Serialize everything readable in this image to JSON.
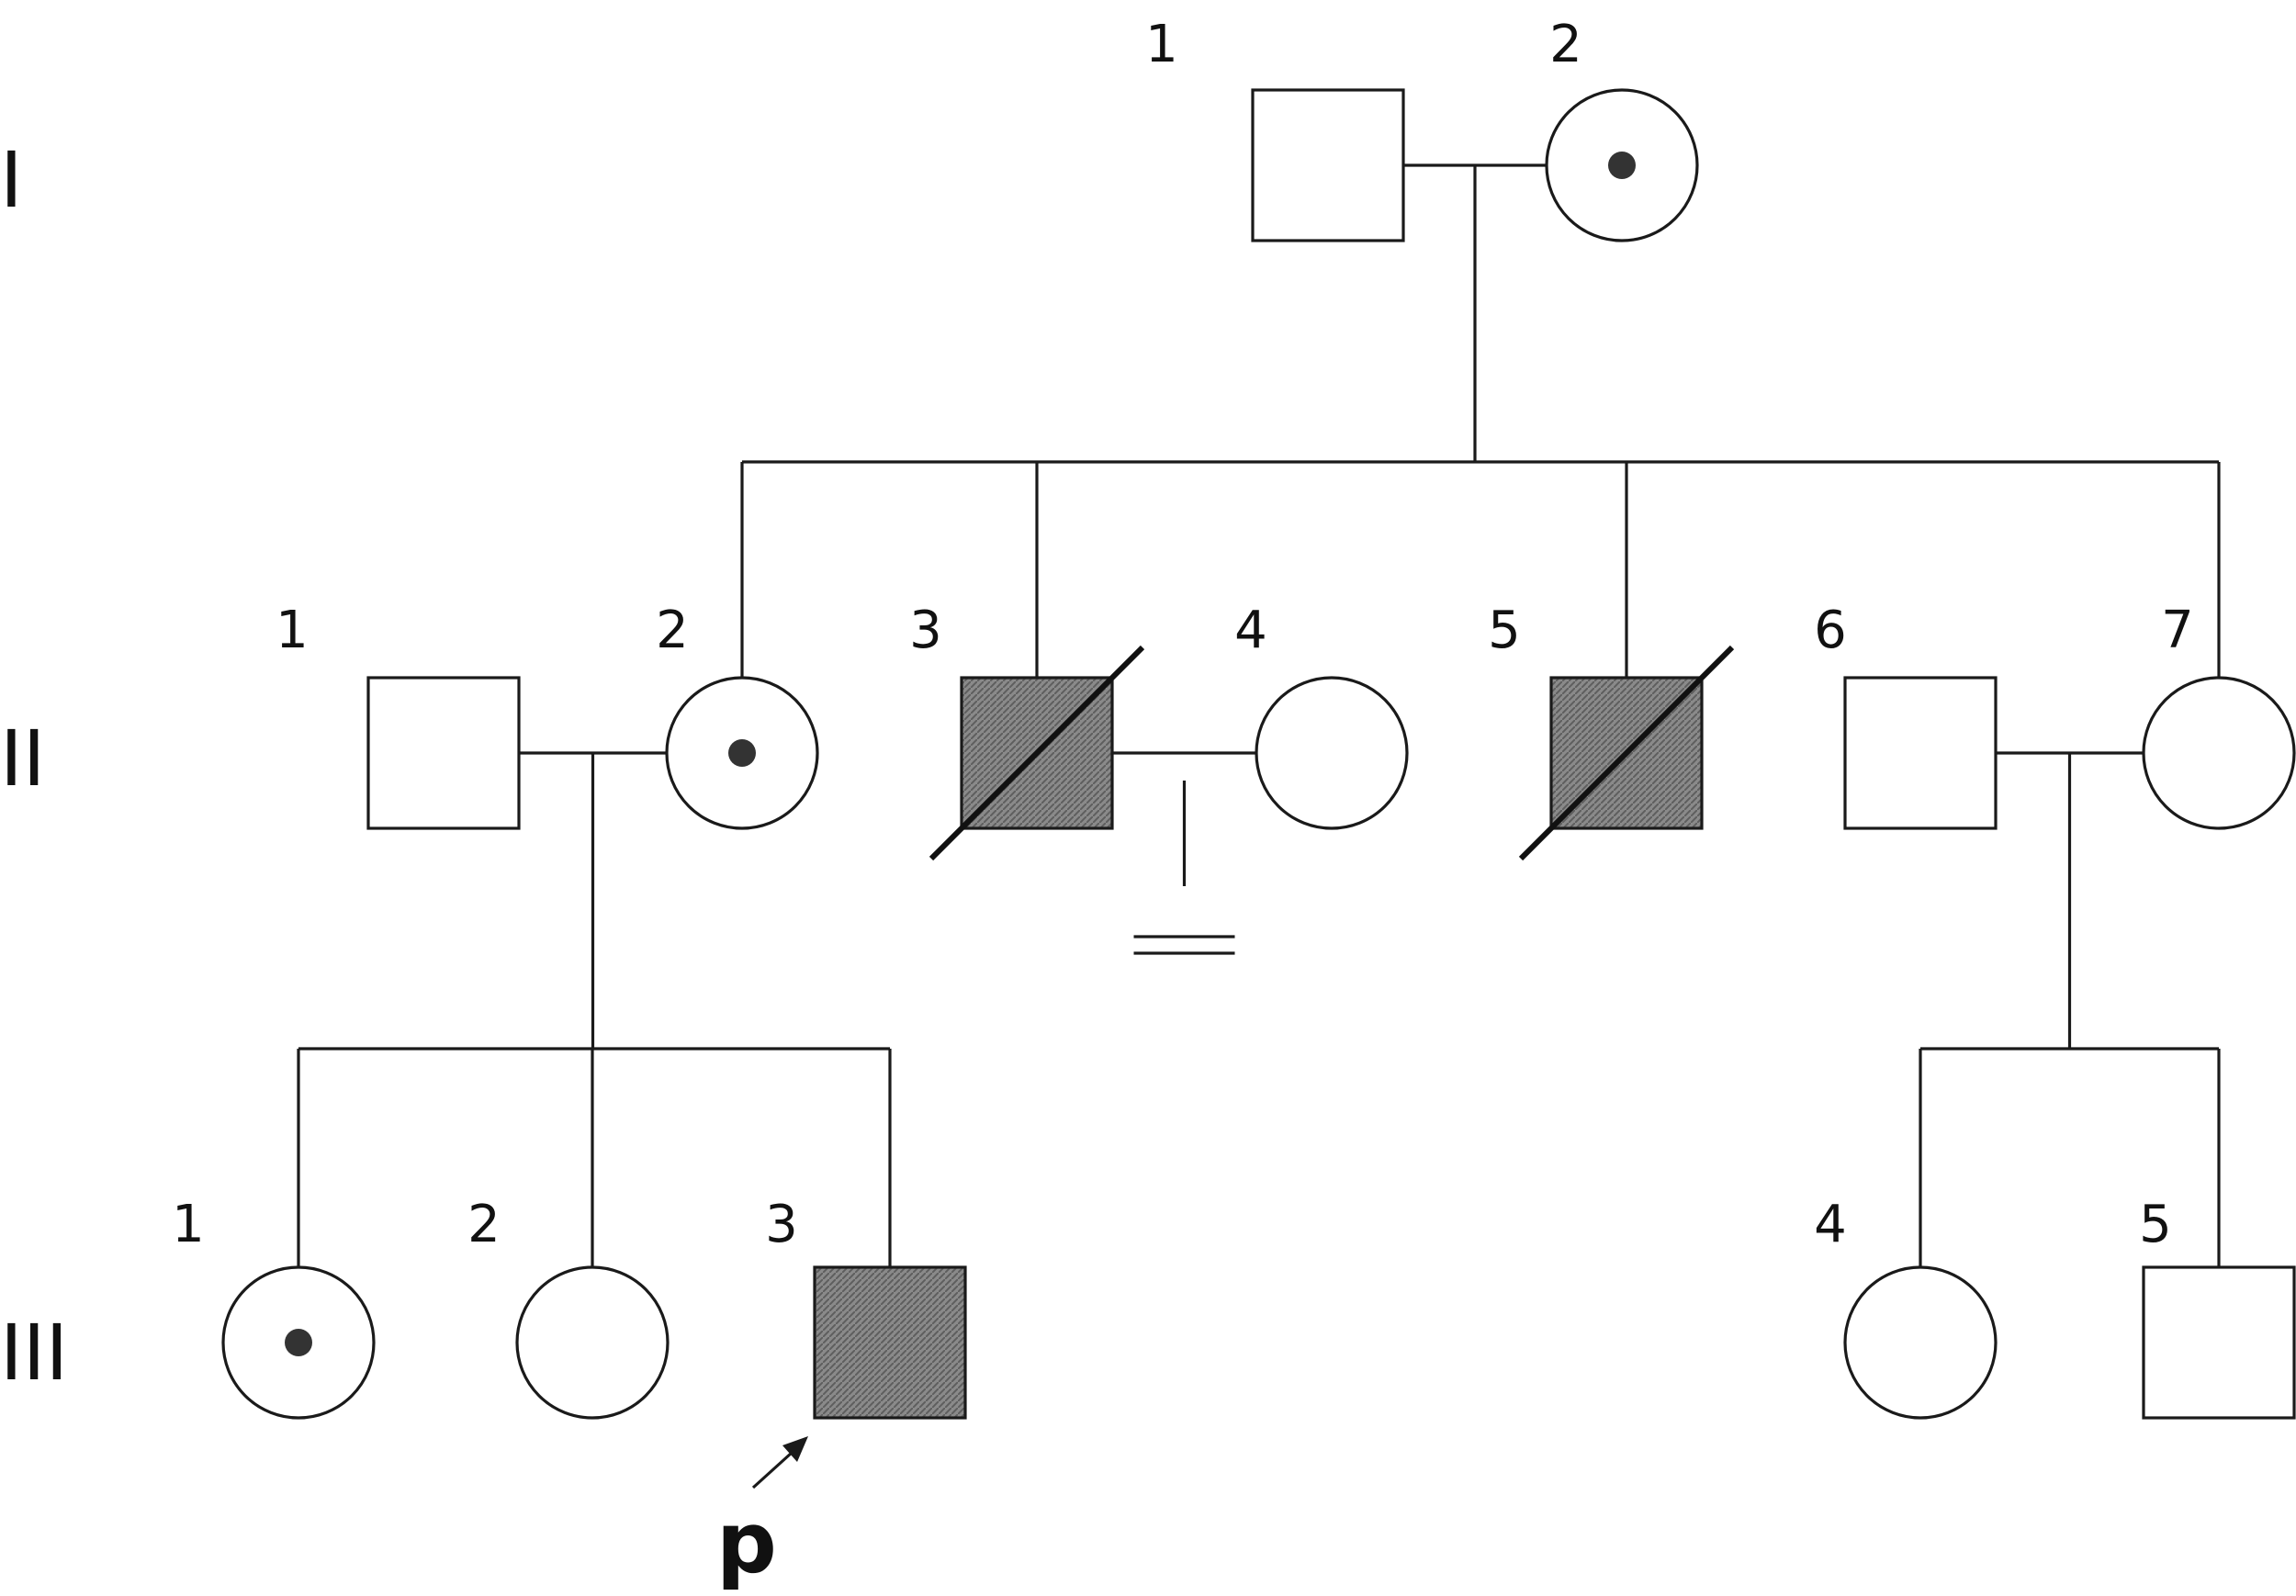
{
  "colors": {
    "line": "#1a1a1a",
    "unaffected_fill": "#ffffff",
    "affected_fill": "#7c7c7c",
    "carrier_dot": "#333333"
  },
  "generations": [
    {
      "id": "I",
      "label": "I"
    },
    {
      "id": "II",
      "label": "II"
    },
    {
      "id": "III",
      "label": "III"
    }
  ],
  "individuals": [
    {
      "id": "I-1",
      "number": "1",
      "sex": "male",
      "status": "unaffected"
    },
    {
      "id": "I-2",
      "number": "2",
      "sex": "female",
      "status": "carrier"
    },
    {
      "id": "II-1",
      "number": "1",
      "sex": "male",
      "status": "unaffected"
    },
    {
      "id": "II-2",
      "number": "2",
      "sex": "female",
      "status": "carrier"
    },
    {
      "id": "II-3",
      "number": "3",
      "sex": "male",
      "status": "affected",
      "deceased": true
    },
    {
      "id": "II-4",
      "number": "4",
      "sex": "female",
      "status": "unaffected"
    },
    {
      "id": "II-5",
      "number": "5",
      "sex": "male",
      "status": "affected",
      "deceased": true
    },
    {
      "id": "II-6",
      "number": "6",
      "sex": "male",
      "status": "unaffected"
    },
    {
      "id": "II-7",
      "number": "7",
      "sex": "female",
      "status": "unaffected"
    },
    {
      "id": "III-1",
      "number": "1",
      "sex": "female",
      "status": "carrier"
    },
    {
      "id": "III-2",
      "number": "2",
      "sex": "female",
      "status": "unaffected"
    },
    {
      "id": "III-3",
      "number": "3",
      "sex": "male",
      "status": "affected",
      "proband": true
    },
    {
      "id": "III-4",
      "number": "4",
      "sex": "female",
      "status": "unaffected"
    },
    {
      "id": "III-5",
      "number": "5",
      "sex": "male",
      "status": "unaffected"
    }
  ],
  "couples": [
    {
      "partners": [
        "I-1",
        "I-2"
      ],
      "children": [
        "II-2",
        "II-3",
        "II-5",
        "II-7"
      ]
    },
    {
      "partners": [
        "II-1",
        "II-2"
      ],
      "children": [
        "III-1",
        "III-2",
        "III-3"
      ]
    },
    {
      "partners": [
        "II-3",
        "II-4"
      ],
      "children": [],
      "no_offspring": true
    },
    {
      "partners": [
        "II-6",
        "II-7"
      ],
      "children": [
        "III-4",
        "III-5"
      ]
    }
  ],
  "proband": {
    "label": "p",
    "individual": "III-3"
  }
}
